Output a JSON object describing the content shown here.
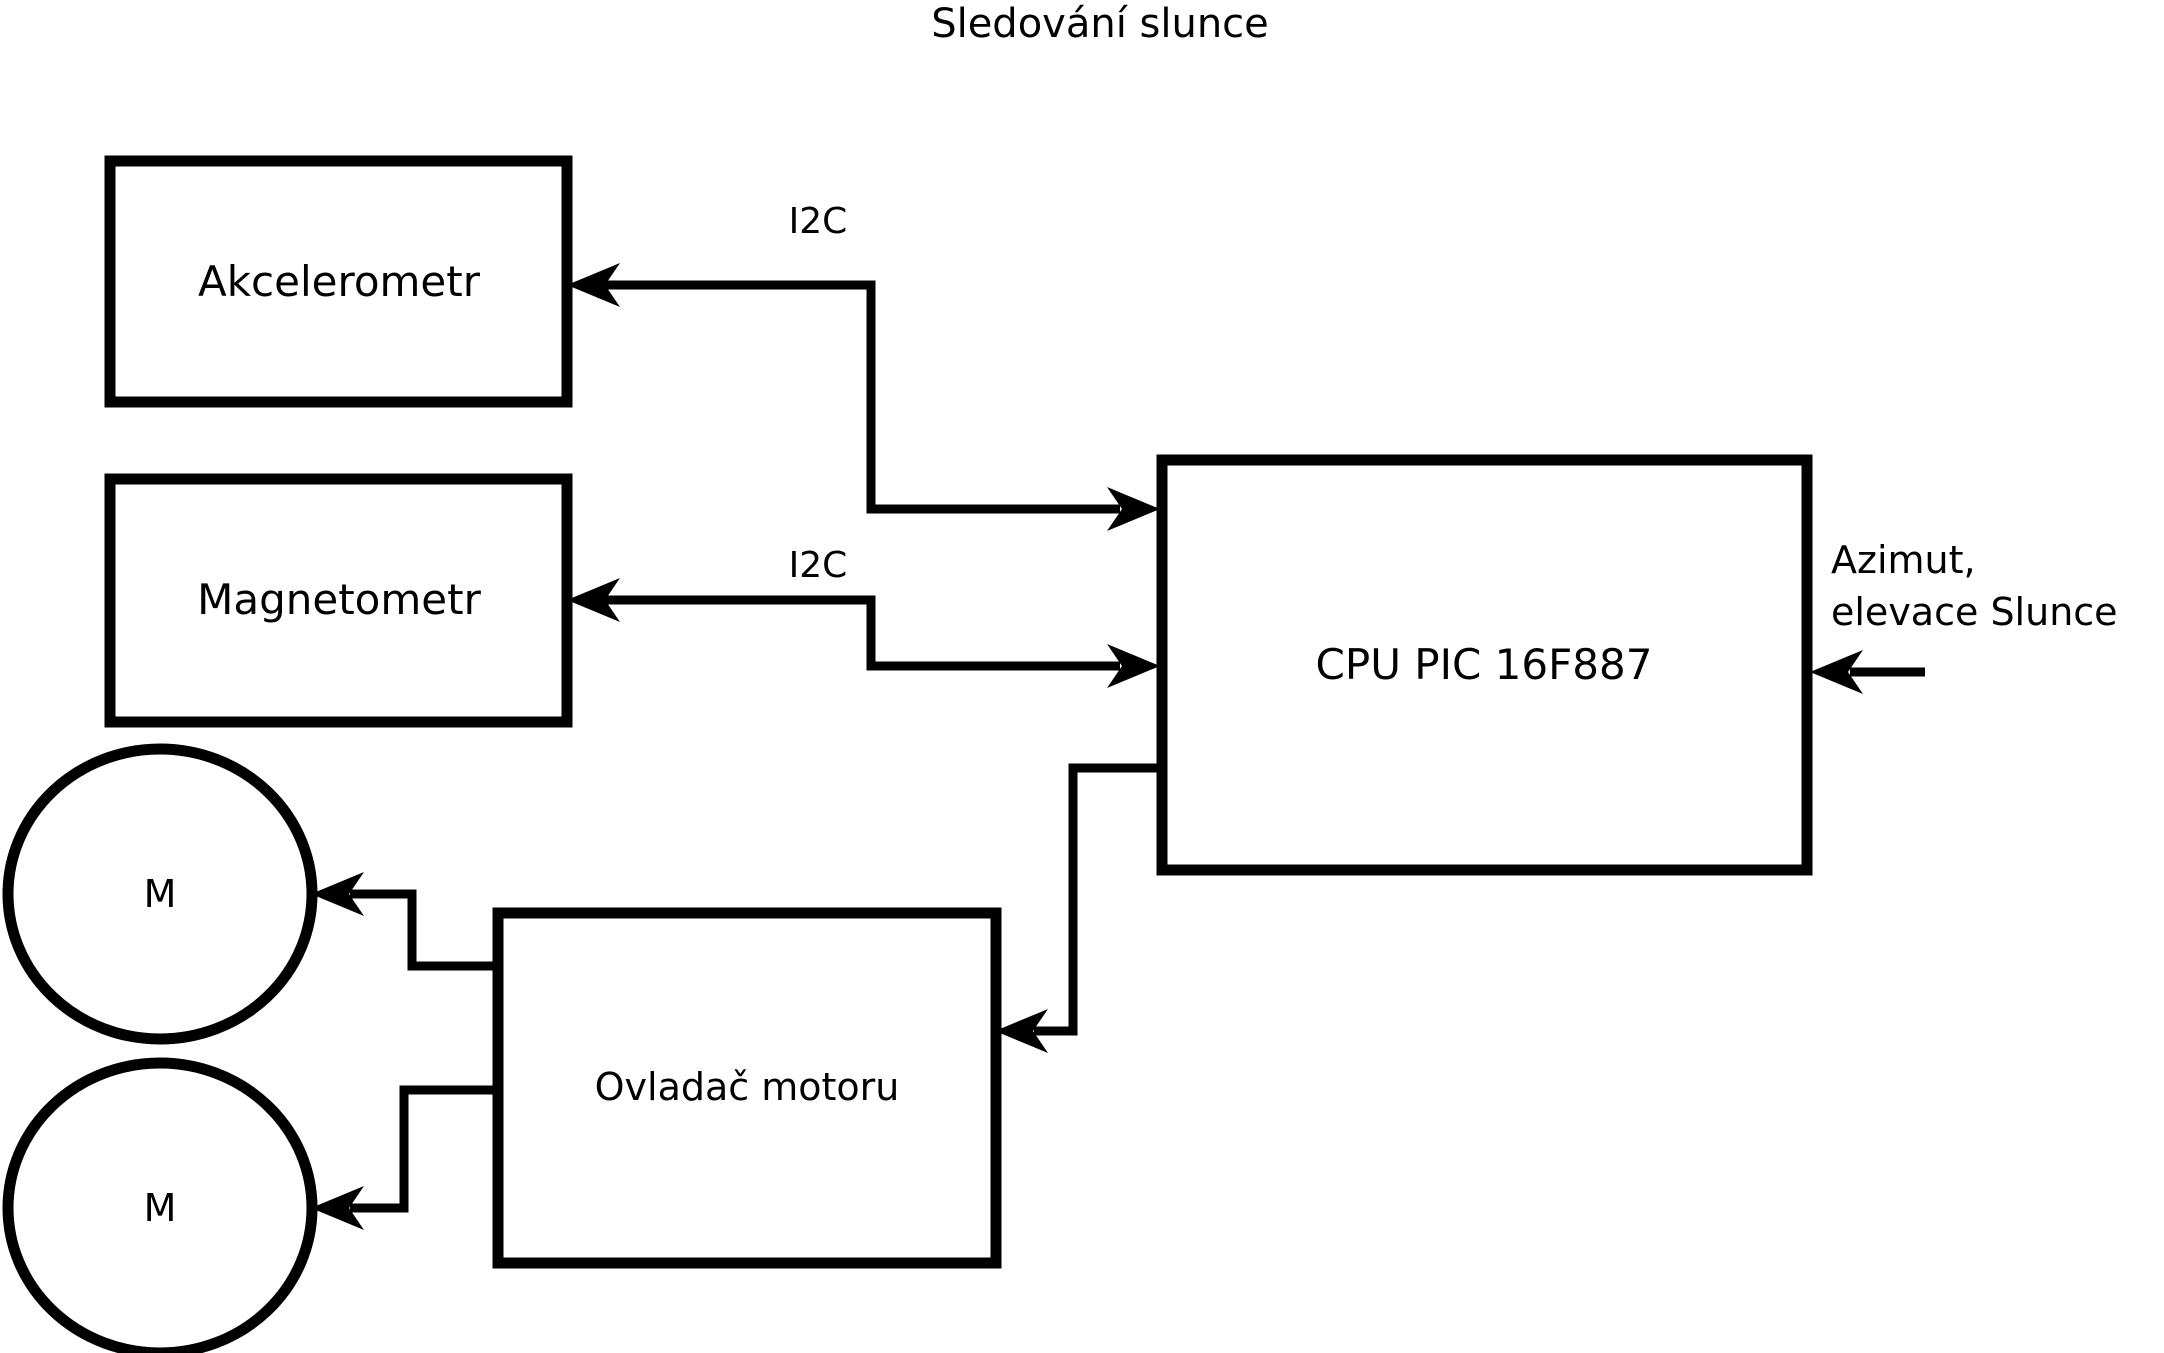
{
  "title": "Sledování slunce",
  "blocks": {
    "accelerometer": {
      "label": "Akcelerometr"
    },
    "magnetometer": {
      "label": "Magnetometr"
    },
    "cpu": {
      "label": "CPU PIC 16F887"
    },
    "motor_driver": {
      "label": "Ovladač motoru"
    },
    "motor_top": {
      "label": "M"
    },
    "motor_bottom": {
      "label": "M"
    }
  },
  "edges": {
    "accelerometer_bus": "I2C",
    "magnetometer_bus": "I2C"
  },
  "io": {
    "sun_input_line1": "Azimut,",
    "sun_input_line2": "elevace Slunce"
  },
  "colors": {
    "stroke": "#000000",
    "background": "#ffffff",
    "text": "#000000"
  }
}
